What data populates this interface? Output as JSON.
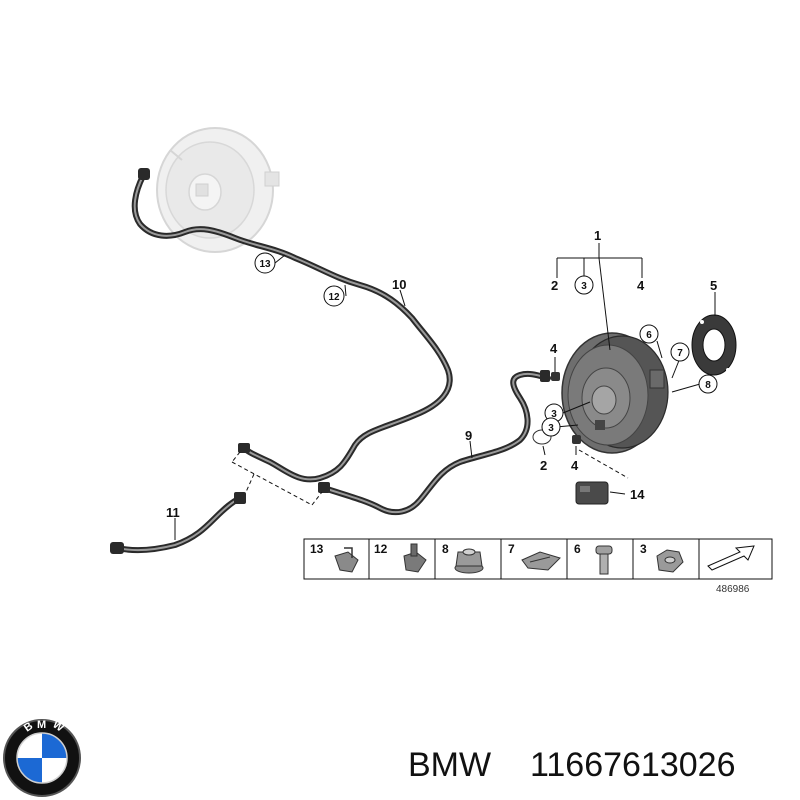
{
  "callouts": {
    "c1": "1",
    "c2a": "2",
    "c3a": "3",
    "c4a": "4",
    "c5": "5",
    "c6": "6",
    "c7": "7",
    "c8": "8",
    "c4b": "4",
    "c3b": "3",
    "c2b": "2",
    "c4c": "4",
    "c9": "9",
    "c10": "10",
    "c11": "11",
    "c12": "12",
    "c13": "13",
    "c14": "14"
  },
  "legend": {
    "items": [
      {
        "number": "13",
        "part": "clip"
      },
      {
        "number": "12",
        "part": "clip"
      },
      {
        "number": "8",
        "part": "nut"
      },
      {
        "number": "7",
        "part": "clip"
      },
      {
        "number": "6",
        "part": "bolt"
      },
      {
        "number": "3",
        "part": "nut"
      }
    ],
    "reference": "486986"
  },
  "brand": {
    "name": "BMW",
    "part_number": "11667613026",
    "logo_letters": "BMW",
    "colors": {
      "blue": "#1c69d4",
      "ring": "#111111"
    }
  }
}
